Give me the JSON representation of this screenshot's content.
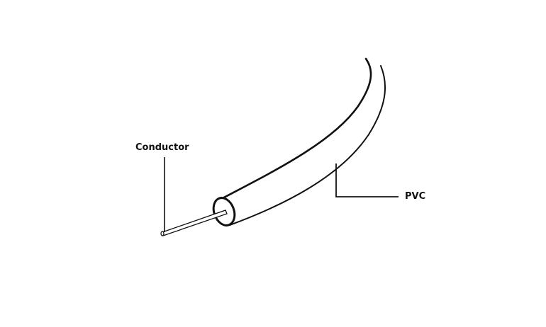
{
  "diagram": {
    "subject": "Cable cross-section",
    "colors": {
      "stroke": "#111111",
      "background": "#ffffff",
      "text": "#111111"
    },
    "labels": {
      "conductor": "Conductor",
      "pvc": "PVC"
    }
  }
}
